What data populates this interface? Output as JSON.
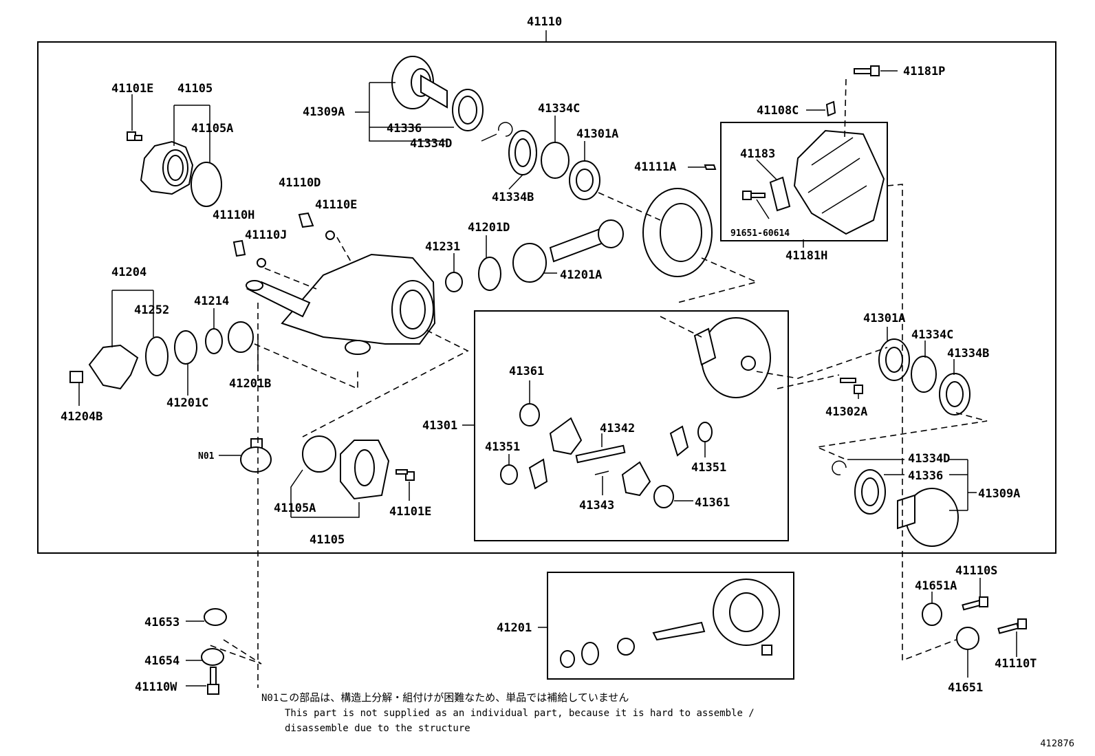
{
  "labels": {
    "l41110": "41110",
    "l41101E_a": "41101E",
    "l41105_a": "41105",
    "l41105A_a": "41105A",
    "l41110H": "41110H",
    "l41110D": "41110D",
    "l41110E": "41110E",
    "l41110J": "41110J",
    "l41309A_a": "41309A",
    "l41336_a": "41336",
    "l41334D_a": "41334D",
    "l41334C_a": "41334C",
    "l41301A_a": "41301A",
    "l41334B_a": "41334B",
    "l41111A": "41111A",
    "l41108C": "41108C",
    "l41181P": "41181P",
    "l41183": "41183",
    "l91651": "91651-60614",
    "l41181H": "41181H",
    "l41201D": "41201D",
    "l41231": "41231",
    "l41201A": "41201A",
    "l41204": "41204",
    "l41252": "41252",
    "l41214": "41214",
    "l41201C": "41201C",
    "l41201B": "41201B",
    "l41204B": "41204B",
    "lN01": "N01",
    "l41105A_b": "41105A",
    "l41105_b": "41105",
    "l41101E_b": "41101E",
    "l41301": "41301",
    "l41361_a": "41361",
    "l41351_a": "41351",
    "l41342": "41342",
    "l41343": "41343",
    "l41351_b": "41351",
    "l41361_b": "41361",
    "l41301A_b": "41301A",
    "l41334C_b": "41334C",
    "l41334B_b": "41334B",
    "l41302A": "41302A",
    "l41334D_b": "41334D",
    "l41336_b": "41336",
    "l41309A_b": "41309A",
    "l41110S": "41110S",
    "l41651A": "41651A",
    "l41110T": "41110T",
    "l41651": "41651",
    "l41201": "41201",
    "l41653": "41653",
    "l41654": "41654",
    "l41110W": "41110W"
  },
  "note": {
    "ref": "N01",
    "japanese": "この部品は、構造上分解・組付けが困難なため、単品では補給していません",
    "english_line1": "This part is not supplied as an individual part, because it is hard to assemble /",
    "english_line2": "disassemble due to the structure"
  },
  "diagram_code": "412876"
}
